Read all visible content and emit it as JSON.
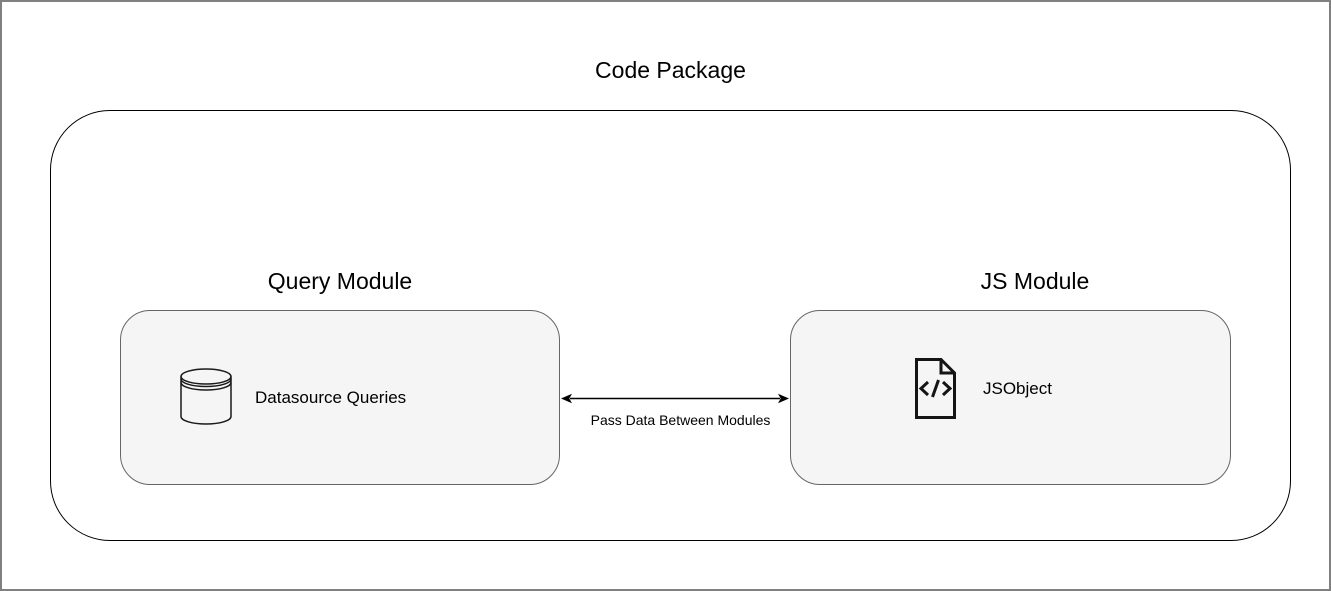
{
  "diagram": {
    "title": "Code Package",
    "modules": [
      {
        "label": "Query Module",
        "item": "Datasource Queries",
        "icon": "database-icon"
      },
      {
        "label": "JS Module",
        "item": "JSObject",
        "icon": "code-file-icon"
      }
    ],
    "connector": {
      "label": "Pass Data Between Modules",
      "type": "bidirectional-arrow"
    }
  },
  "colors": {
    "background": "#ffffff",
    "frame_border": "#808080",
    "container_border": "#000000",
    "module_box_fill": "#f5f5f5",
    "module_box_border": "#666666",
    "text": "#000000",
    "arrow": "#000000"
  }
}
